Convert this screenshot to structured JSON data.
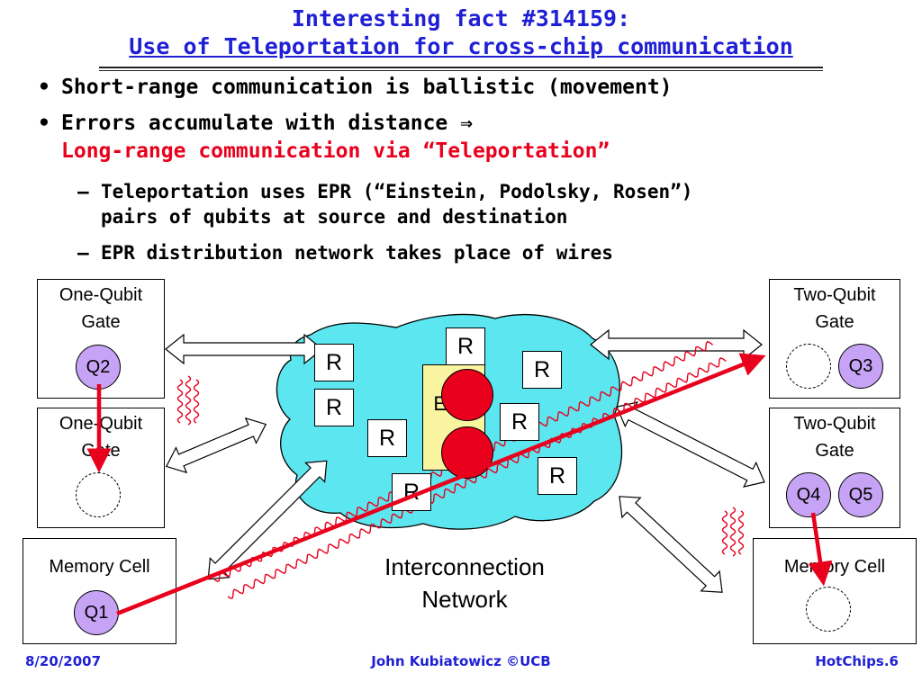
{
  "title": {
    "line1": "Interesting fact #314159:",
    "line2": "Use of Teleportation for cross-chip communication"
  },
  "bullets": {
    "b1": "Short-range communication is ballistic (movement)",
    "b2_line1": "Errors accumulate with distance",
    "b2_arrow": "⇒",
    "b2_line2": "Long-range communication via “Teleportation”",
    "sub1_line1": "Teleportation uses EPR (“Einstein, Podolsky, Rosen”)",
    "sub1_line2": "pairs of qubits at source and destination",
    "sub2": "EPR distribution network takes place of wires",
    "bullet_char": "•",
    "dash_char": "–"
  },
  "diagram": {
    "gate_tl": "One-Qubit\nGate",
    "gate_ml": "One-Qubit\nGate",
    "mem_l": "Memory Cell",
    "gate_tr": "Two-Qubit\nGate",
    "gate_mr": "Two-Qubit\nGate",
    "mem_r": "Memory Cell",
    "q1": "Q1",
    "q2": "Q2",
    "q3": "Q3",
    "q4": "Q4",
    "q5": "Q5",
    "router": "R",
    "epr_label": "EPR",
    "network_line1": "Interconnection",
    "network_line2": "Network"
  },
  "colors": {
    "title_blue": "#1f1fd6",
    "accent_red": "#e8001c",
    "cloud_cyan": "#5ce6f0",
    "qubit_purple": "#c7a3f5",
    "epr_yellow": "#f8f4a0"
  },
  "footer": {
    "date": "8/20/2007",
    "author": "John Kubiatowicz ©UCB",
    "slide": "HotChips.6"
  }
}
